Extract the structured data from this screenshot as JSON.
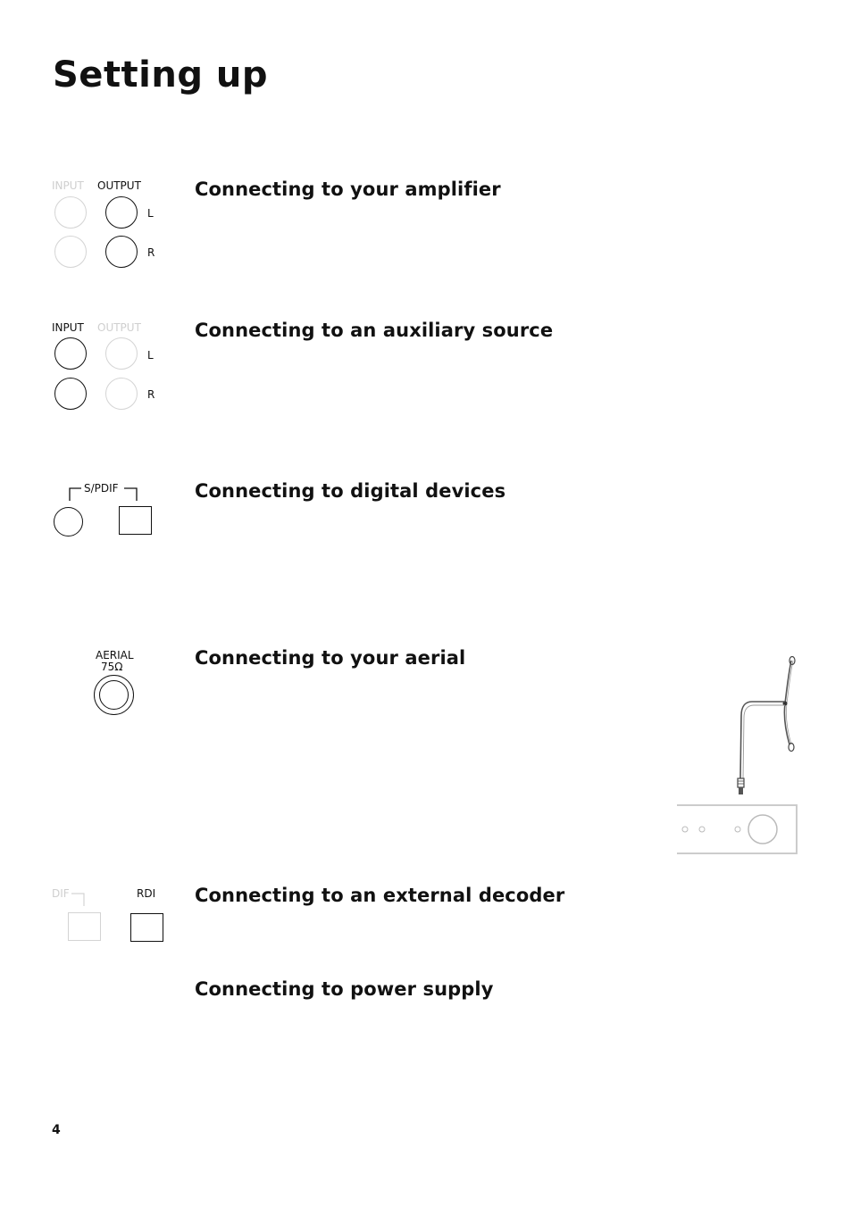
{
  "page": {
    "title": "Setting up",
    "page_number": "4"
  },
  "sections": [
    {
      "heading": "Connecting to your amplifier"
    },
    {
      "heading": "Connecting to an auxiliary source"
    },
    {
      "heading": "Connecting to digital devices"
    },
    {
      "heading": "Connecting to your aerial"
    },
    {
      "heading": "Connecting to an external decoder"
    },
    {
      "heading": "Connecting to power supply"
    }
  ],
  "icons": {
    "amplifier": {
      "input_label": "INPUT",
      "output_label": "OUTPUT",
      "left_label": "L",
      "right_label": "R"
    },
    "auxiliary": {
      "input_label": "INPUT",
      "output_label": "OUTPUT",
      "left_label": "L",
      "right_label": "R"
    },
    "digital": {
      "spdif_label": "S/PDIF"
    },
    "aerial": {
      "label_line1": "AERIAL",
      "label_line2": "75Ω"
    },
    "decoder": {
      "dif_label": "DIF",
      "rdi_label": "RDI"
    }
  },
  "colors": {
    "text": "#111111",
    "faded": "#d4d4d4"
  }
}
